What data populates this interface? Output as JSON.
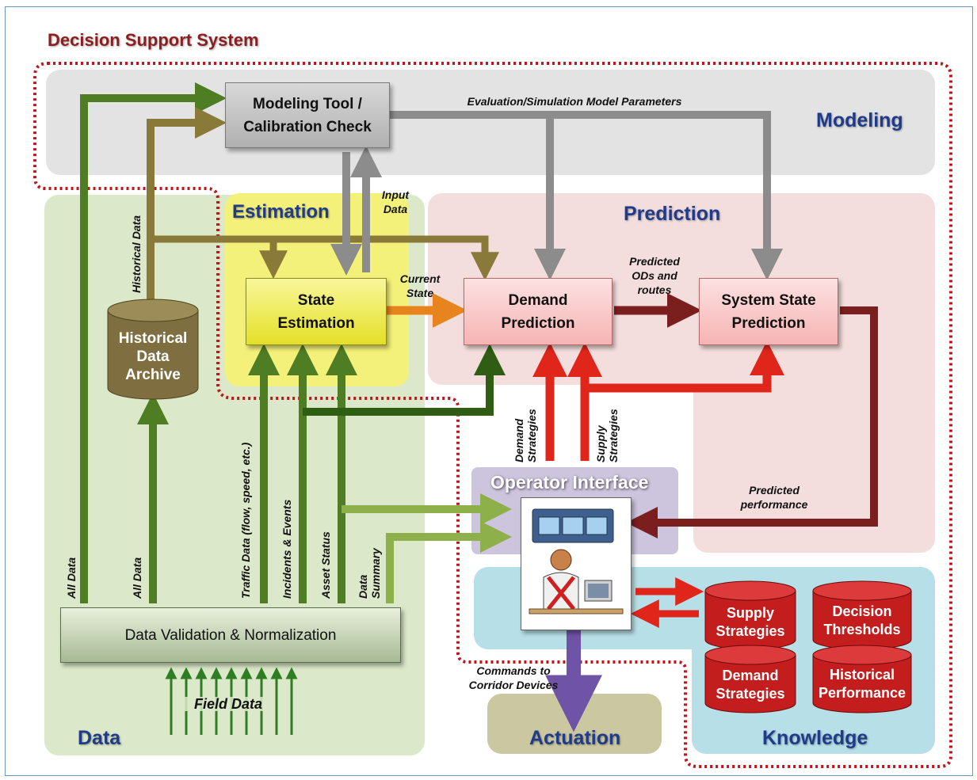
{
  "title": "Decision Support System",
  "regions": {
    "modeling": "Modeling",
    "estimation": "Estimation",
    "prediction": "Prediction",
    "data": "Data",
    "actuation": "Actuation",
    "knowledge": "Knowledge",
    "operator_interface": "Operator Interface"
  },
  "boxes": {
    "modeling_tool": "Modeling Tool / Calibration Check",
    "state_estimation": "State Estimation",
    "demand_prediction": "Demand Prediction",
    "system_state_prediction": "System State Prediction",
    "historical_archive": "Historical Data Archive",
    "data_validation": "Data Validation & Normalization"
  },
  "knowledge_stores": {
    "supply_strategies": "Supply Strategies",
    "decision_thresholds": "Decision Thresholds",
    "demand_strategies": "Demand Strategies",
    "historical_performance": "Historical Performance"
  },
  "flow_labels": {
    "eval_params": "Evaluation/Simulation Model Parameters",
    "input_data": "Input Data",
    "historical_data": "Historical Data",
    "current_state": "Current State",
    "predicted_ods": "Predicted ODs and routes",
    "demand_strategies": "Demand Strategies",
    "supply_strategies": "Supply Strategies",
    "predicted_performance": "Predicted performance",
    "traffic_data": "Traffic Data (flow, speed, etc.)",
    "incidents_events": "Incidents & Events",
    "asset_status": "Asset Status",
    "data_summary": "Data Summary",
    "all_data_1": "All Data",
    "all_data_2": "All Data",
    "commands": "Commands to Corridor Devices",
    "field_data": "Field Data"
  },
  "colors": {
    "dss_border": "#c0161b",
    "modeling_bg": "#e3e3e3",
    "estimation_bg": "#f4f17a",
    "prediction_bg": "#f3dedd",
    "data_bg": "#dbe8c9",
    "knowledge_bg": "#b7dfe8",
    "actuation_bg": "#cbc7a0",
    "operator_bg": "#cdc4de",
    "title": "#8b1f1f",
    "label_blue": "#1f3b8a"
  }
}
